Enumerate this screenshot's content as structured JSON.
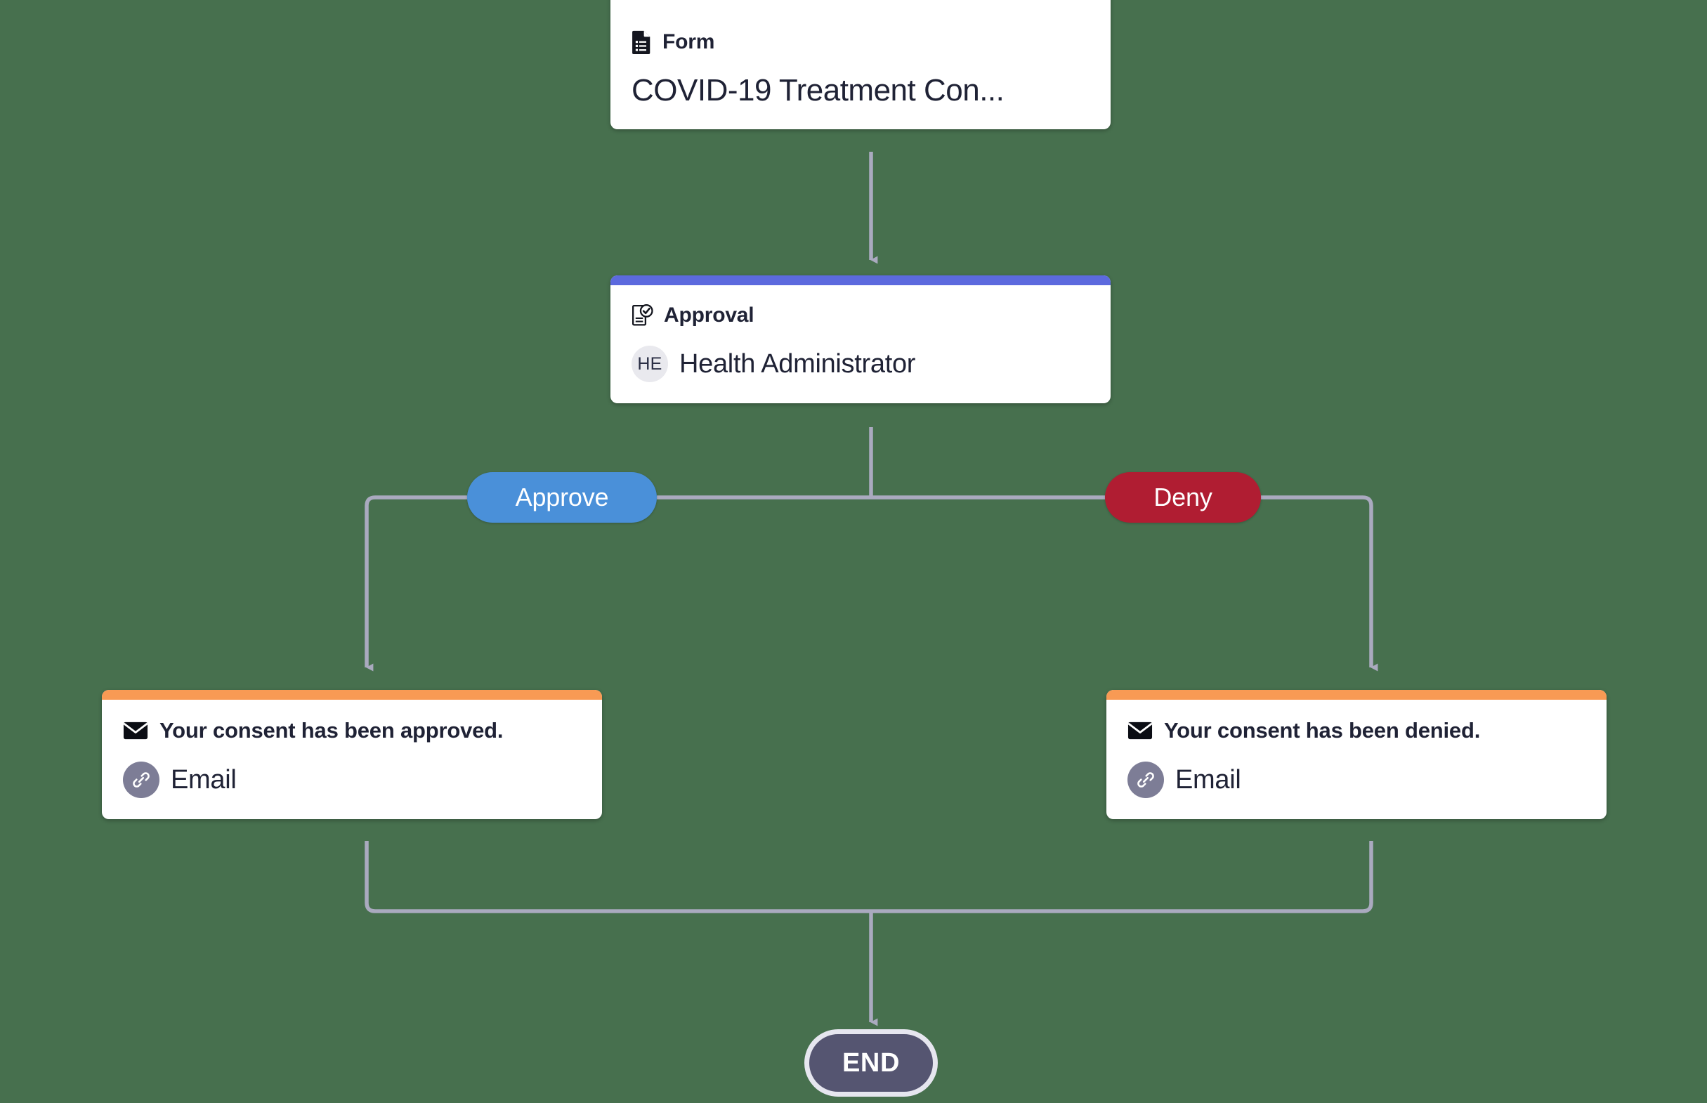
{
  "canvas": {
    "background_color": "#47704e",
    "connector_color": "#aaaabf"
  },
  "workflow": {
    "nodes": [
      {
        "id": "form",
        "type": "form",
        "stripe_color": "#19b571",
        "kicker_label": "Form",
        "kicker_icon": "form-document-icon",
        "title": "COVID-19 Treatment Con..."
      },
      {
        "id": "approval",
        "type": "approval",
        "stripe_color": "#5c6ade",
        "kicker_label": "Approval",
        "kicker_icon": "approval-check-document-icon",
        "assignee": {
          "initials": "HE",
          "name": "Health Administrator",
          "avatar_bg": "#e9e9ee"
        }
      },
      {
        "id": "email-approved",
        "type": "email",
        "stripe_color": "#f89a54",
        "kicker_label": "Your consent has been approved.",
        "kicker_icon": "envelope-icon",
        "channel": {
          "label": "Email",
          "icon": "link-chain-icon",
          "badge_bg": "#7d7d96"
        }
      },
      {
        "id": "email-denied",
        "type": "email",
        "stripe_color": "#f89a54",
        "kicker_label": "Your consent has been denied.",
        "kicker_icon": "envelope-icon",
        "channel": {
          "label": "Email",
          "icon": "link-chain-icon",
          "badge_bg": "#7d7d96"
        }
      },
      {
        "id": "end",
        "type": "terminator",
        "label": "END",
        "fill_color": "#555571",
        "ring_color": "#e6e6ef"
      }
    ],
    "branches": [
      {
        "id": "approve",
        "label": "Approve",
        "color": "#4a90d9",
        "from": "approval",
        "to": "email-approved"
      },
      {
        "id": "deny",
        "label": "Deny",
        "color": "#b01d32",
        "from": "approval",
        "to": "email-denied"
      }
    ]
  }
}
